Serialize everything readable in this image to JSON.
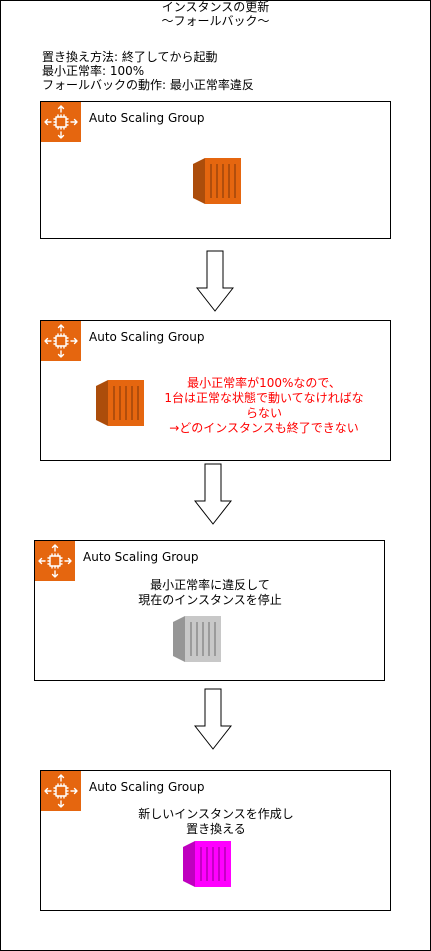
{
  "title": {
    "line1": "インスタンスの更新",
    "line2": "～フォールバック～"
  },
  "description": {
    "line1": "置き換え方法: 終了してから起動",
    "line2": "最小正常率: 100%",
    "line3": "フォールバックの動作: 最小正常率違反"
  },
  "groups": [
    {
      "label": "Auto Scaling Group",
      "instance_color": "#e5660f"
    },
    {
      "label": "Auto Scaling Group",
      "instance_color": "#e5660f",
      "note": [
        "最小正常率が100%なので、",
        "1台は正常な状態で動いてなければな",
        "らない",
        "→どのインスタンスも終了できない"
      ],
      "note_color": "#ff0000"
    },
    {
      "label": "Auto Scaling Group",
      "instance_color": "#c8c8c8",
      "note": [
        "最小正常率に違反して",
        "現在のインスタンスを停止"
      ]
    },
    {
      "label": "Auto Scaling Group",
      "instance_color": "#ff00ff",
      "note": [
        "新しいインスタンスを作成し",
        "置き換える"
      ]
    }
  ],
  "icons": {
    "group_icon": "auto-scaling-group-icon",
    "instance_icon": "ec2-instance-icon",
    "arrow_icon": "down-arrow-icon"
  }
}
